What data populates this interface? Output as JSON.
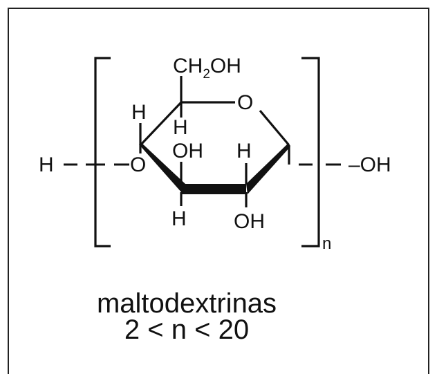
{
  "molecule": {
    "group_ch2oh": "CH2OH",
    "ring_oxygen": "O",
    "linking_oxygen": "O",
    "terminal_h": "H",
    "terminal_oh": "–OH",
    "hydroxyl_c3": "OH",
    "hydroxyl_c2": "OH",
    "hydrogens": [
      "H",
      "H",
      "H",
      "H"
    ],
    "repeat_subscript": "n"
  },
  "caption": {
    "name": "maltodextrinas",
    "range": "2 < n < 20"
  },
  "colors": {
    "ink": "#111111",
    "background": "#ffffff",
    "frame": "#222222"
  }
}
